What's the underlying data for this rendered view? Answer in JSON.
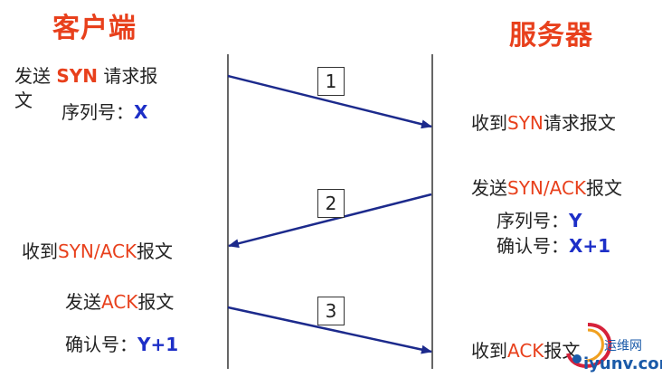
{
  "client": {
    "title": "客户端",
    "send_syn_prefix": "发送",
    "send_syn_keyword": "SYN",
    "send_syn_suffix": " 请求报",
    "send_syn_wrap": "文",
    "seq_label": "序列号：",
    "seq_value": "X",
    "recv_synack_prefix": "收到",
    "recv_synack_keyword": "SYN/ACK",
    "recv_synack_suffix": "报文",
    "send_ack_prefix": "发送",
    "send_ack_keyword": "ACK",
    "send_ack_suffix": "报文",
    "ack_label": "确认号：",
    "ack_value": "Y+1"
  },
  "server": {
    "title": "服务器",
    "recv_syn_prefix": "收到",
    "recv_syn_keyword": "SYN",
    "recv_syn_suffix": "请求报文",
    "send_synack_prefix": "发送",
    "send_synack_keyword": "SYN/ACK",
    "send_synack_suffix": "报文",
    "seq_label": "序列号：",
    "seq_value": "Y",
    "ack_label": "确认号：",
    "ack_value": "X+1",
    "recv_ack_prefix": "收到",
    "recv_ack_keyword": "ACK",
    "recv_ack_suffix": "报文"
  },
  "steps": [
    "1",
    "2",
    "3"
  ],
  "colors": {
    "title": "#e8401c",
    "keyword": "#e8401c",
    "value": "#1d2fc7",
    "arrow": "#1c2a8c",
    "timeline": "#333333"
  },
  "watermark": {
    "site_name": "运维网",
    "url": "iyunv.com"
  }
}
